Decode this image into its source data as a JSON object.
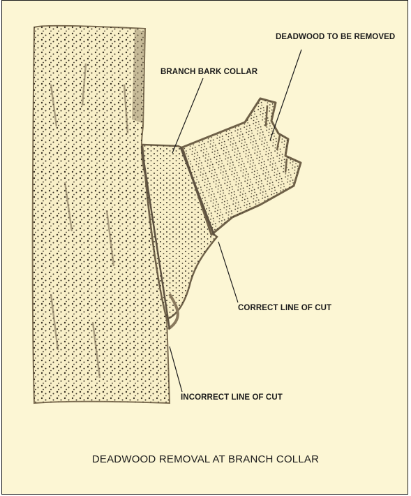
{
  "labels": {
    "deadwood": "DEADWOOD TO BE REMOVED",
    "collar": "BRANCH BARK COLLAR",
    "correct": "CORRECT LINE OF CUT",
    "incorrect": "INCORRECT LINE OF CUT"
  },
  "caption": "DEADWOOD REMOVAL AT BRANCH COLLAR",
  "colors": {
    "background": "#fcf6d4",
    "bark": "#8a7a5e",
    "dots": "#3a3326",
    "ink": "#1a1a1a"
  }
}
